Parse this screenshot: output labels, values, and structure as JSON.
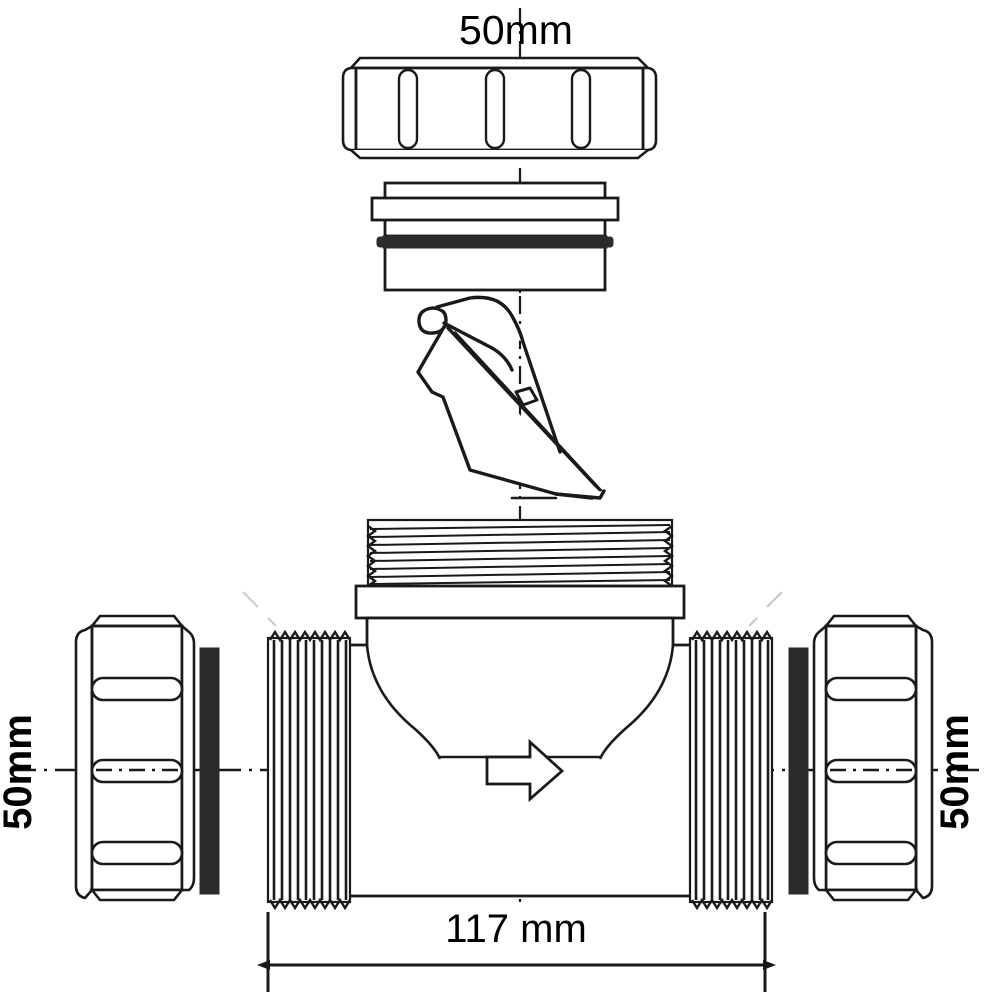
{
  "drawing": {
    "title": "Non-return valve exploded assembly drawing",
    "background_color": "#ffffff",
    "line_color": "#1a1a1a",
    "fill_color": "#ffffff",
    "seal_color": "#2b2b2b",
    "dimensions": {
      "top": {
        "label": "50mm",
        "name": "top-cap-diameter"
      },
      "left": {
        "label": "50mm",
        "name": "left-inlet-diameter"
      },
      "right": {
        "label": "50mm",
        "name": "right-outlet-diameter"
      },
      "bottom": {
        "label": "117 mm",
        "name": "overall-length"
      }
    },
    "parts": [
      {
        "name": "top-access-cap",
        "label": "Top access cap with grip ribs"
      },
      {
        "name": "cap-insert-collar",
        "label": "Insert collar with flange"
      },
      {
        "name": "collar-o-ring-seal",
        "label": "O-ring seal band"
      },
      {
        "name": "hinged-flap-valve",
        "label": "Hinged flap valve element"
      },
      {
        "name": "valve-body",
        "label": "Main valve body"
      },
      {
        "name": "body-top-thread",
        "label": "Body top male thread"
      },
      {
        "name": "left-body-thread",
        "label": "Left male thread"
      },
      {
        "name": "right-body-thread",
        "label": "Right male thread"
      },
      {
        "name": "left-washer-seal",
        "label": "Left flat washer seal"
      },
      {
        "name": "right-washer-seal",
        "label": "Right flat washer seal"
      },
      {
        "name": "left-union-nut",
        "label": "Left union nut"
      },
      {
        "name": "right-union-nut",
        "label": "Right union nut"
      },
      {
        "name": "flow-direction-arrow",
        "label": "Flow direction arrow"
      },
      {
        "name": "vertical-centerline",
        "label": "Vertical centre line"
      },
      {
        "name": "horizontal-centerline",
        "label": "Horizontal centre line"
      }
    ]
  }
}
